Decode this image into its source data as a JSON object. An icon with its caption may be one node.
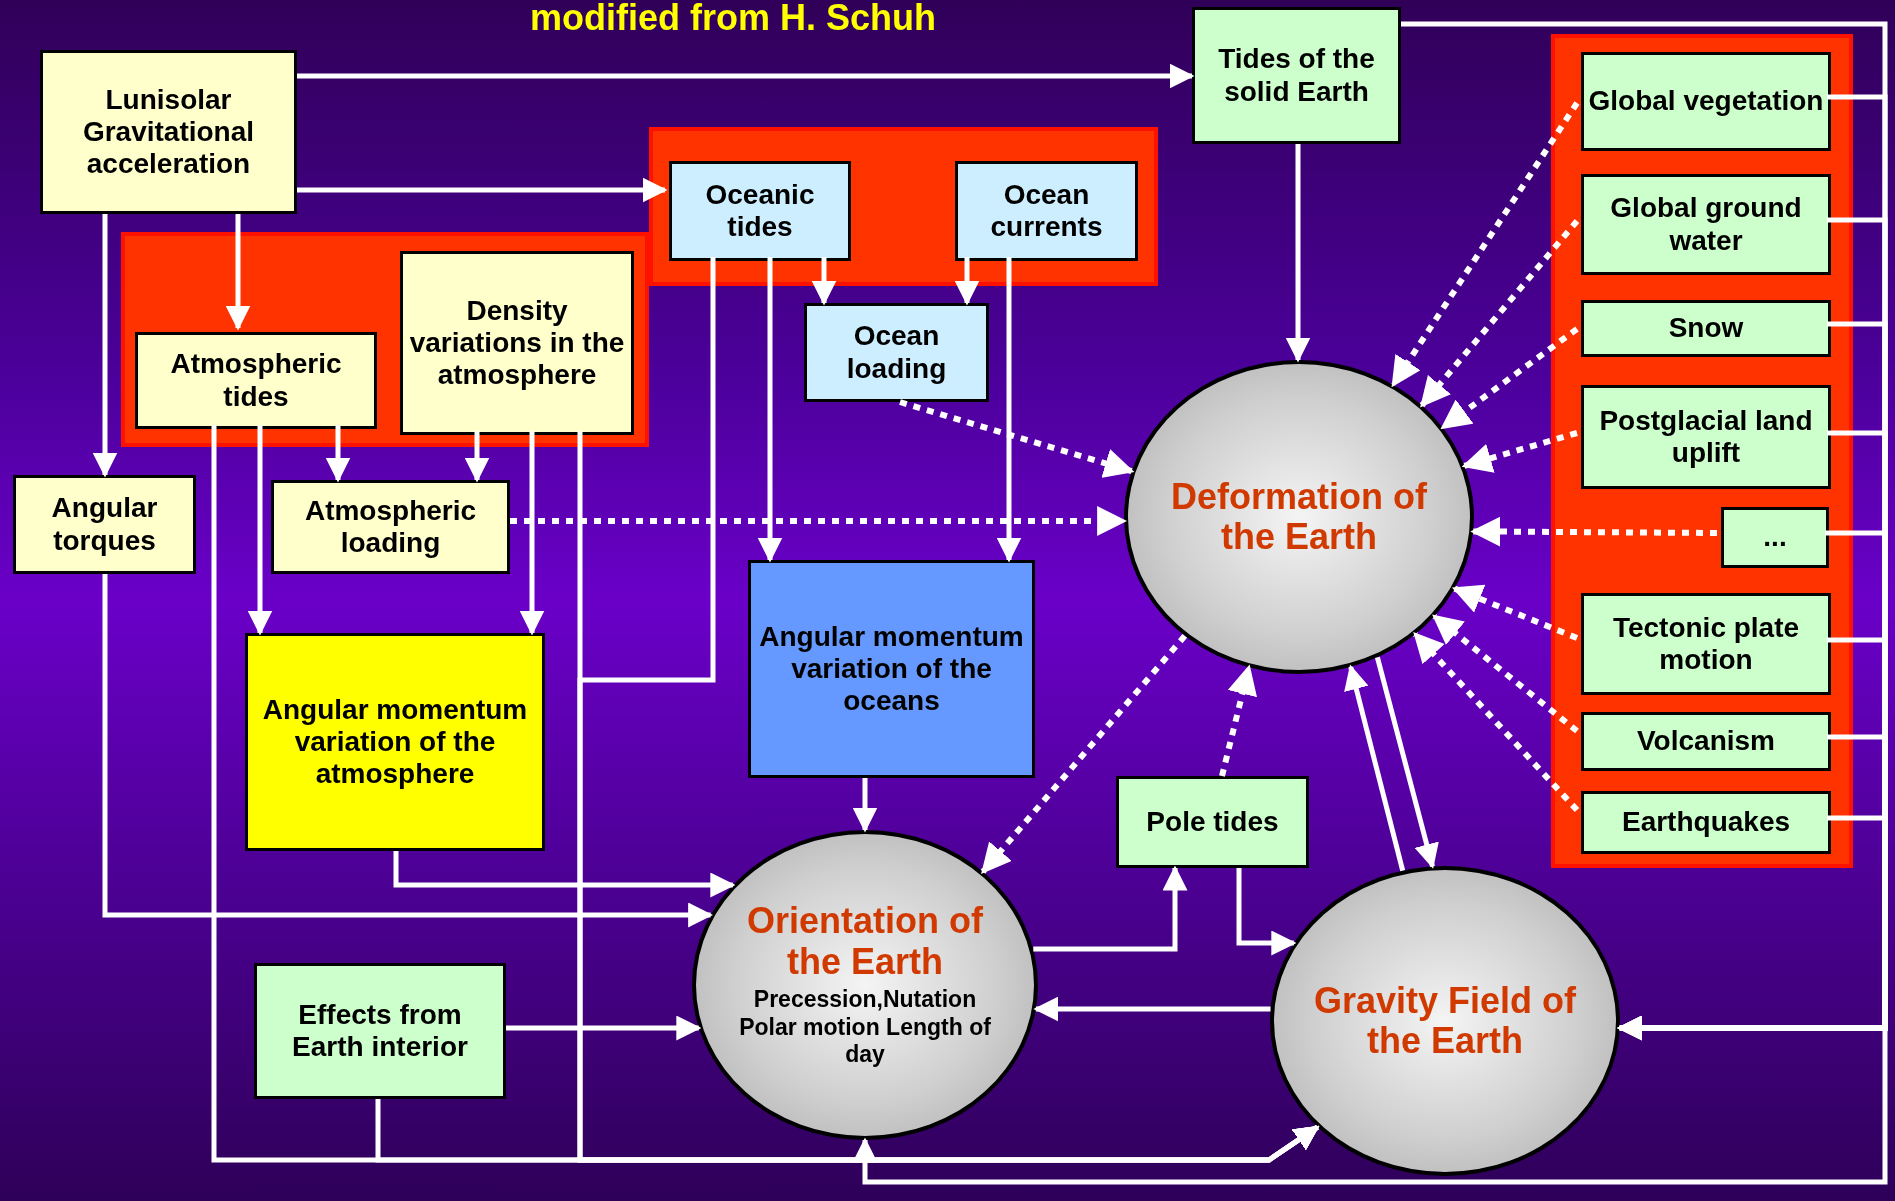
{
  "diagram": {
    "nodes": [
      {
        "text": [
          "Lunisolar Gravitational acceleration"
        ]
      },
      {
        "text": [],
        "shape": "box"
      },
      {
        "text": [
          "Atmospheric tides"
        ],
        "in": 1
      },
      {
        "text": [
          "Density variations in the atmosphere"
        ],
        "in": 1
      },
      {
        "text": [],
        "shape": "box"
      },
      {
        "text": [
          "Oceanic tides"
        ],
        "in": 4
      },
      {
        "text": [
          "Ocean currents"
        ],
        "in": 4
      },
      {
        "text": [
          "Tides of the solid Earth"
        ]
      },
      {
        "text": [
          "Angular torques"
        ]
      },
      {
        "text": [
          "Atmospheric loading"
        ]
      },
      {
        "text": [
          "Ocean loading"
        ]
      },
      {
        "text": [
          "Angular momentum variation of the atmosphere"
        ]
      },
      {
        "text": [
          "Angular momentum variation of the oceans"
        ]
      },
      {
        "text": [
          "Deformation of the Earth"
        ]
      },
      {
        "text": [],
        "shape": "box"
      },
      {
        "text": [
          "Global vegetation"
        ],
        "in": 14
      },
      {
        "text": [
          "Global ground water"
        ],
        "in": 14
      },
      {
        "text": [
          "Snow"
        ],
        "in": 14
      },
      {
        "text": [
          "Postglacial land uplift"
        ],
        "in": 14
      },
      {
        "text": [
          "..."
        ],
        "in": 14
      },
      {
        "text": [
          "Tectonic plate motion"
        ],
        "in": 14
      },
      {
        "text": [
          "Volcanism"
        ],
        "in": 14
      },
      {
        "text": [
          "Earthquakes"
        ],
        "in": 14
      },
      {
        "text": [
          "Pole tides"
        ]
      },
      {
        "text": [
          "Orientation of the Earth",
          "Precession,Nutation Polar motion Length of day"
        ]
      },
      {
        "text": [
          "Effects from Earth interior"
        ]
      },
      {
        "text": [
          "Gravity Field of the Earth"
        ]
      }
    ],
    "edges": [
      {
        "from": 0,
        "to": 7,
        "arrow": "to"
      },
      {
        "from": 0,
        "to": 5,
        "arrow": "to"
      },
      {
        "from": 0,
        "to": 8,
        "arrow": "to"
      },
      {
        "from": 0,
        "to": 2,
        "arrow": "to"
      },
      {
        "from": 2,
        "to": 9,
        "arrow": "to"
      },
      {
        "from": 3,
        "to": 9,
        "arrow": "to"
      },
      {
        "from": 2,
        "to": 11,
        "arrow": "to"
      },
      {
        "from": 3,
        "to": 11,
        "arrow": "to"
      },
      {
        "from": 5,
        "to": 12,
        "arrow": "to"
      },
      {
        "from": 5,
        "to": 10,
        "arrow": "to"
      },
      {
        "from": 6,
        "to": 10,
        "arrow": "to"
      },
      {
        "from": 6,
        "to": 12,
        "arrow": "to"
      },
      {
        "from": 10,
        "to": 13,
        "arrow": "to",
        "style": "dashed"
      },
      {
        "from": 9,
        "to": 13,
        "arrow": "to",
        "style": "dashed"
      },
      {
        "from": 7,
        "to": 13,
        "arrow": "to"
      },
      {
        "from": 7,
        "to": 26,
        "arrow": "to"
      },
      {
        "from": 15,
        "to": 13,
        "arrow": "to",
        "style": "dashed"
      },
      {
        "from": 16,
        "to": 13,
        "arrow": "to",
        "style": "dashed"
      },
      {
        "from": 17,
        "to": 13,
        "arrow": "to",
        "style": "dashed"
      },
      {
        "from": 18,
        "to": 13,
        "arrow": "to",
        "style": "dashed"
      },
      {
        "from": 19,
        "to": 13,
        "arrow": "to",
        "style": "dashed"
      },
      {
        "from": 20,
        "to": 13,
        "arrow": "to",
        "style": "dashed"
      },
      {
        "from": 21,
        "to": 13,
        "arrow": "to",
        "style": "dashed"
      },
      {
        "from": 22,
        "to": 13,
        "arrow": "to",
        "style": "dashed"
      },
      {
        "from": 15,
        "to": 26,
        "arrow": "to"
      },
      {
        "from": 16,
        "to": 26,
        "arrow": "to"
      },
      {
        "from": 17,
        "to": 26,
        "arrow": "to"
      },
      {
        "from": 18,
        "to": 26,
        "arrow": "to"
      },
      {
        "from": 19,
        "to": 26,
        "arrow": "to"
      },
      {
        "from": 20,
        "to": 26,
        "arrow": "to"
      },
      {
        "from": 21,
        "to": 26,
        "arrow": "to"
      },
      {
        "from": 22,
        "to": 26,
        "arrow": "to"
      },
      {
        "from": 13,
        "to": 24,
        "arrow": "to",
        "style": "dashed"
      },
      {
        "from": 23,
        "to": 13,
        "arrow": "to",
        "style": "dashed"
      },
      {
        "from": 26,
        "to": 13,
        "arrow": "to"
      },
      {
        "from": 13,
        "to": 26,
        "arrow": "to"
      },
      {
        "from": 24,
        "to": 23,
        "arrow": "to"
      },
      {
        "from": 23,
        "to": 26,
        "arrow": "to"
      },
      {
        "from": 26,
        "to": 24,
        "arrow": "to"
      },
      {
        "from": 8,
        "to": 24,
        "arrow": "to"
      },
      {
        "from": 11,
        "to": 24,
        "arrow": "to"
      },
      {
        "from": 12,
        "to": 24,
        "arrow": "to"
      },
      {
        "from": 25,
        "to": 24,
        "arrow": "to"
      },
      {
        "from": 5,
        "to": 26,
        "arrow": "to"
      },
      {
        "from": 2,
        "to": 26,
        "arrow": "to"
      },
      {
        "from": 3,
        "to": 26,
        "arrow": "to"
      },
      {
        "from": 25,
        "to": 26,
        "arrow": "to"
      },
      {
        "from": null,
        "to": 24,
        "arrow": "to"
      }
    ],
    "labels": [
      "modified from H. Schuh"
    ]
  }
}
